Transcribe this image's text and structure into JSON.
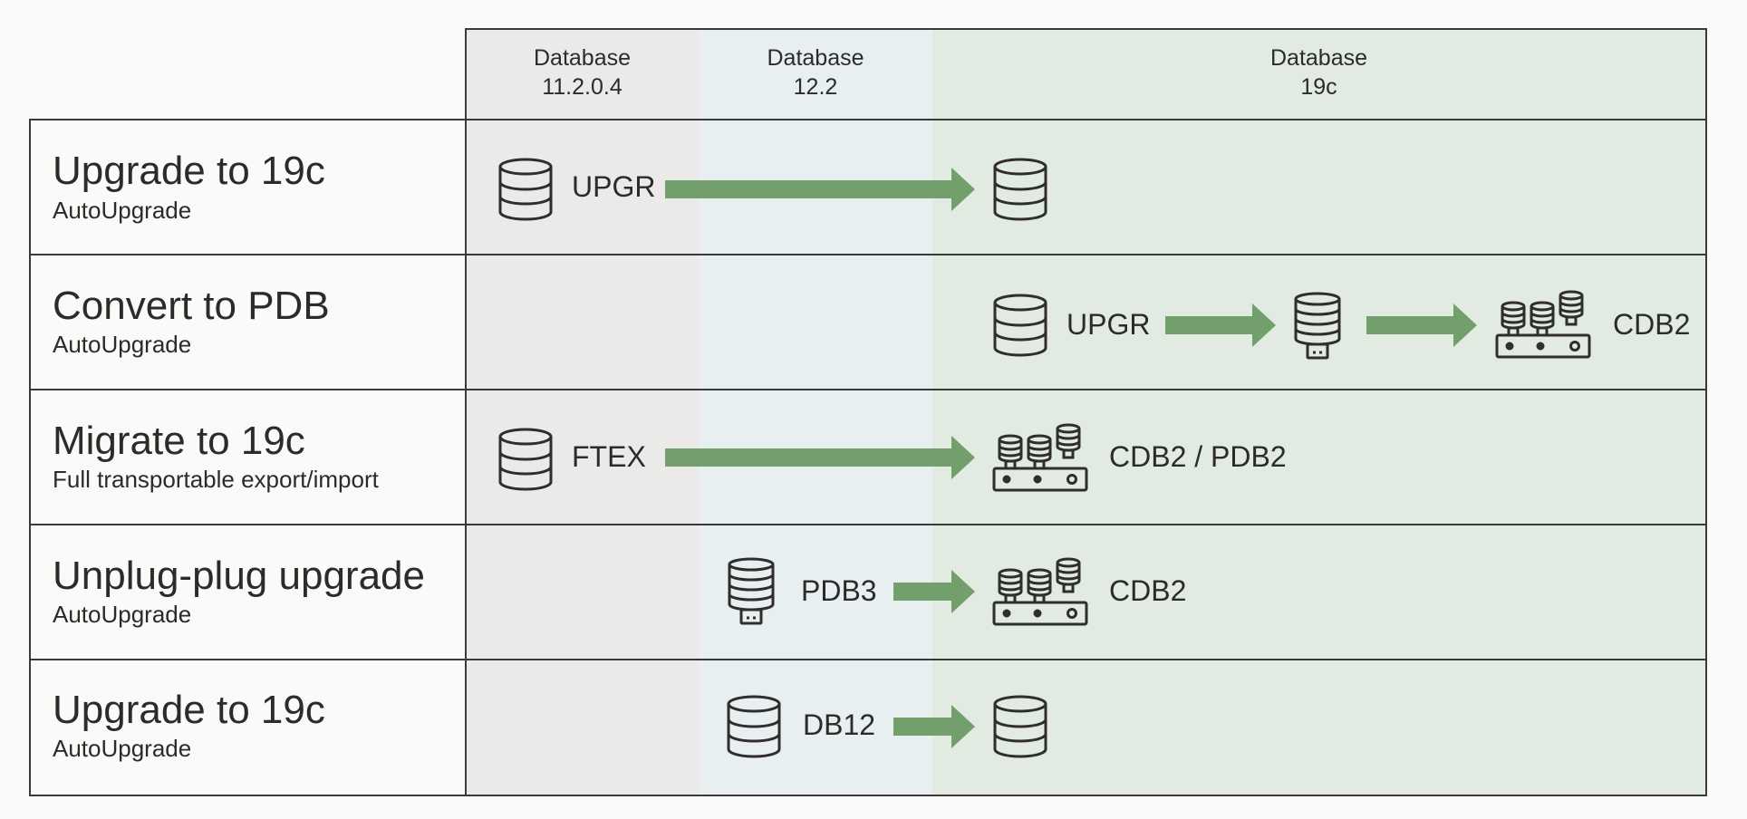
{
  "columns": [
    {
      "line1": "Database",
      "line2": "11.2.0.4"
    },
    {
      "line1": "Database",
      "line2": "12.2"
    },
    {
      "line1": "Database",
      "line2": "19c"
    }
  ],
  "rows": [
    {
      "title": "Upgrade to 19c",
      "subtitle": "AutoUpgrade",
      "labels": [
        "UPGR"
      ]
    },
    {
      "title": "Convert to PDB",
      "subtitle": "AutoUpgrade",
      "labels": [
        "UPGR",
        "CDB2"
      ]
    },
    {
      "title": "Migrate to 19c",
      "subtitle": "Full transportable export/import",
      "labels": [
        "FTEX",
        "CDB2 / PDB2"
      ]
    },
    {
      "title": "Unplug-plug upgrade",
      "subtitle": "AutoUpgrade",
      "labels": [
        "PDB3",
        "CDB2"
      ]
    },
    {
      "title": "Upgrade to 19c",
      "subtitle": "AutoUpgrade",
      "labels": [
        "DB12"
      ]
    }
  ],
  "colors": {
    "arrow": "#739f6c",
    "icon_stroke": "#2f2e2c",
    "band_11": "#ebeae8",
    "band_12": "#e8eff0",
    "band_19": "#e2ebe2"
  },
  "icons": [
    "database-icon",
    "pdb-icon",
    "cdb-icon",
    "arrow-right-icon"
  ]
}
